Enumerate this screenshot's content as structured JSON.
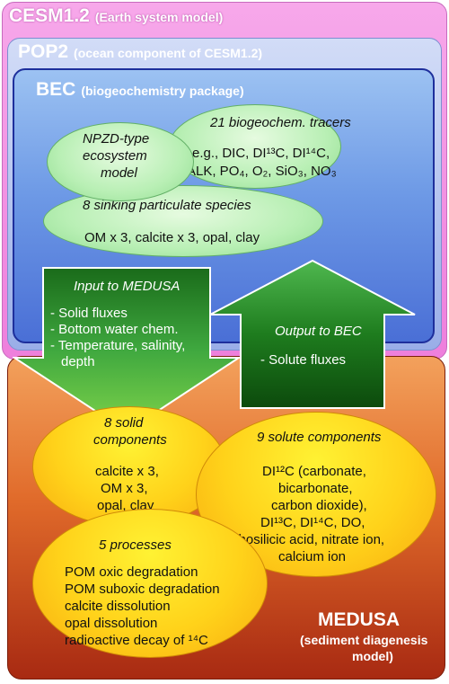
{
  "cesm": {
    "name": "CESM1.2",
    "desc": "(Earth system model)"
  },
  "pop2": {
    "name": "POP2",
    "desc": "(ocean component of CESM1.2)"
  },
  "bec": {
    "name": "BEC",
    "desc": "(biogeochemistry package)"
  },
  "npzd": {
    "line1": "NPZD-type",
    "line2": "ecosystem",
    "line3": "model"
  },
  "tracers": {
    "title": "21 biogeochem. tracers",
    "line1": "e.g., DIC, DI¹³C, DI¹⁴C,",
    "line2": "ALK, PO₄, O₂, SiO₃, NO₃"
  },
  "sinking": {
    "title": "8 sinking particulate species",
    "line1": "OM x 3, calcite x 3, opal, clay"
  },
  "input_arrow": {
    "title": "Input to MEDUSA",
    "items": [
      "- Solid fluxes",
      "- Bottom water chem.",
      "- Temperature, salinity,",
      "depth"
    ]
  },
  "output_arrow": {
    "title": "Output to BEC",
    "items": [
      "- Solute fluxes"
    ]
  },
  "solid": {
    "title1": "8 solid",
    "title2": "components",
    "lines": [
      "calcite x 3,",
      "OM x 3,",
      "opal, clay"
    ]
  },
  "solute": {
    "title": "9 solute components",
    "lines": [
      "DI¹²C (carbonate,",
      "bicarbonate,",
      "carbon dioxide),",
      "DI¹³C, DI¹⁴C, DO,",
      "orthosilicic acid, nitrate ion,",
      "calcium ion"
    ]
  },
  "processes": {
    "title": "5 processes",
    "lines": [
      "POM oxic degradation",
      "POM suboxic degradation",
      "calcite dissolution",
      "opal dissolution",
      "radioactive decay of ¹⁴C"
    ]
  },
  "medusa": {
    "name": "MEDUSA",
    "desc1": "(sediment diagenesis",
    "desc2": "model)"
  },
  "colors": {
    "cesm": "#ee7fdc",
    "pop2": "#9aaee8",
    "bec": "#4a6fd6",
    "medusa": "#e06a2a",
    "green_ellipse": "#b8efb4",
    "yellow_ellipse": "#ffd21a",
    "arrow": "#1f7a1f"
  }
}
